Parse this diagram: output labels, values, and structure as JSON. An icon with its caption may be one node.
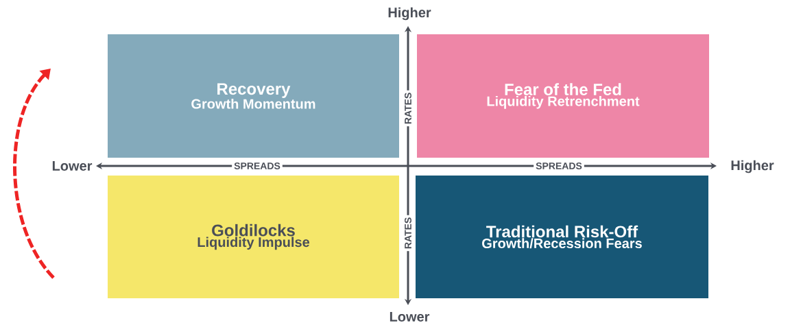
{
  "diagram": {
    "nodes": [
      {
        "text": [
          "Recovery",
          "Growth Momentum"
        ]
      },
      {
        "text": [
          "Fear of the Fed",
          "Liquidity Retrenchment"
        ]
      },
      {
        "text": [
          "Goldilocks",
          "Liquidity Impulse"
        ]
      },
      {
        "text": [
          "Traditional Risk-Off",
          "Growth/Recession Fears"
        ]
      }
    ],
    "labels": [
      "Higher",
      "Lower",
      "SPREADS",
      "SPREADS",
      "Higher",
      "RATES",
      "RATES",
      "Lower"
    ]
  }
}
